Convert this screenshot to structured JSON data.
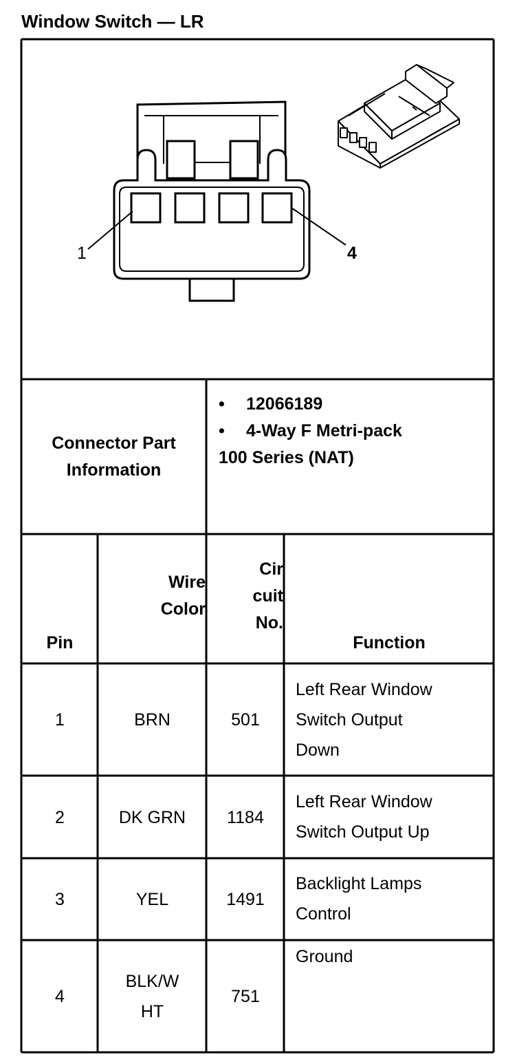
{
  "title": "Window Switch — LR",
  "diagram": {
    "pin_label_left": "1",
    "pin_label_right": "4"
  },
  "connector_info": {
    "label_lines": [
      "Connector Part",
      "Information"
    ],
    "bullet": "•",
    "items": [
      "12066189",
      "4-Way F Metri-pack"
    ],
    "continuation": "100 Series (NAT)"
  },
  "table": {
    "headers": {
      "pin": [
        "Pin"
      ],
      "wire_color": [
        "Wire",
        "Color"
      ],
      "circuit_no": [
        "Cir",
        "cuit",
        "No."
      ],
      "function": [
        "Function"
      ]
    },
    "rows": [
      {
        "pin": "1",
        "wire_color": [
          "BRN"
        ],
        "circuit": "501",
        "function": [
          "Left Rear Window",
          "Switch Output",
          "Down"
        ]
      },
      {
        "pin": "2",
        "wire_color": [
          "DK GRN"
        ],
        "circuit": "1184",
        "function": [
          "Left Rear Window",
          "Switch Output Up"
        ]
      },
      {
        "pin": "3",
        "wire_color": [
          "YEL"
        ],
        "circuit": "1491",
        "function": [
          "Backlight Lamps",
          "Control"
        ]
      },
      {
        "pin": "4",
        "wire_color": [
          "BLK/W",
          "HT"
        ],
        "circuit": "751",
        "function": [
          "Ground"
        ]
      }
    ]
  }
}
